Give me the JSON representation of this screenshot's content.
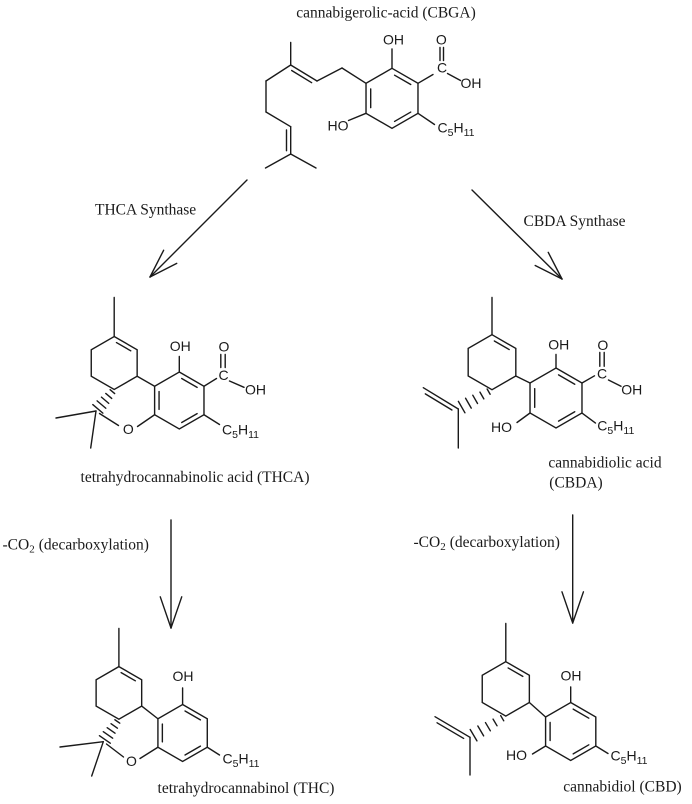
{
  "compounds": {
    "cbga": {
      "label": "cannabigerolic-acid (CBGA)"
    },
    "thca": {
      "label": "tetrahydrocannabinolic acid (THCA)"
    },
    "cbda": {
      "label_line1": "cannabidiolic acid",
      "label_line2": "(CBDA)"
    },
    "thc": {
      "label": "tetrahydrocannabinol (THC)"
    },
    "cbd": {
      "label": "cannabidiol (CBD)"
    }
  },
  "reactions": {
    "thca_synthase": {
      "label": "THCA Synthase"
    },
    "cbda_synthase": {
      "label": "CBDA Synthase"
    },
    "decarboxylation": {
      "prefix": "-CO",
      "subscript": "2",
      "suffix": "(decarboxylation)"
    }
  },
  "atoms": {
    "oh": "OH",
    "ho": "HO",
    "o": "O",
    "c": "C",
    "pentyl_c": "C",
    "pentyl_5": "5",
    "pentyl_h": "H",
    "pentyl_11": "11"
  },
  "colors": {
    "ink": "#1a1a1a",
    "background": "#ffffff"
  }
}
